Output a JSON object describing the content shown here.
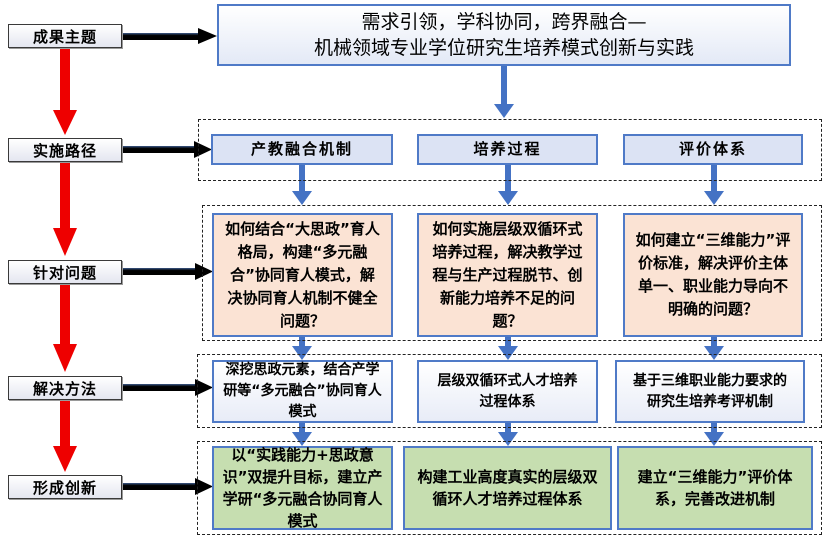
{
  "left_labels": [
    {
      "label": "成果主题"
    },
    {
      "label": "实施路径"
    },
    {
      "label": "针对问题"
    },
    {
      "label": "解决方法"
    },
    {
      "label": "形成创新"
    }
  ],
  "title": {
    "line1": "需求引领，学科协同，跨界融合—",
    "line2": "机械领域专业学位研究生培养模式创新与实践"
  },
  "paths": [
    {
      "label": "产教融合机制"
    },
    {
      "label": "培养过程"
    },
    {
      "label": "评价体系"
    }
  ],
  "problems": [
    {
      "text": "如何结合“大思政”育人格局，构建“多元融合”协同育人模式，解决协同育人机制不健全问题？"
    },
    {
      "text": "如何实施层级双循环式培养过程，解决教学过程与生产过程脱节、创新能力培养不足的问题？"
    },
    {
      "text": "如何建立“三维能力”评价标准，解决评价主体单一、职业能力导向不明确的问题？"
    }
  ],
  "methods": [
    {
      "text": "深挖思政元素，结合产学研等“多元融合”协同育人模式"
    },
    {
      "text": "层级双循环式人才培养过程体系"
    },
    {
      "text": "基于三维职业能力要求的研究生培养考评机制"
    }
  ],
  "innovations": [
    {
      "text": "以“实践能力+思政意识”双提升目标，建立产学研“多元融合协同育人模式"
    },
    {
      "text": "构建工业高度真实的层级双循环人才培养过程体系"
    },
    {
      "text": "建立“三维能力”评价体系，完善改进机制"
    }
  ],
  "colors": {
    "flow_arrow": "#ee0000",
    "connector_arrow": "#000000",
    "down_arrow": "#4472c4",
    "box_border": "#4f7ac7",
    "path_fill": "#dce3f4",
    "problem_fill": "#fbe3d4",
    "innovation_fill": "#c6deb0"
  }
}
